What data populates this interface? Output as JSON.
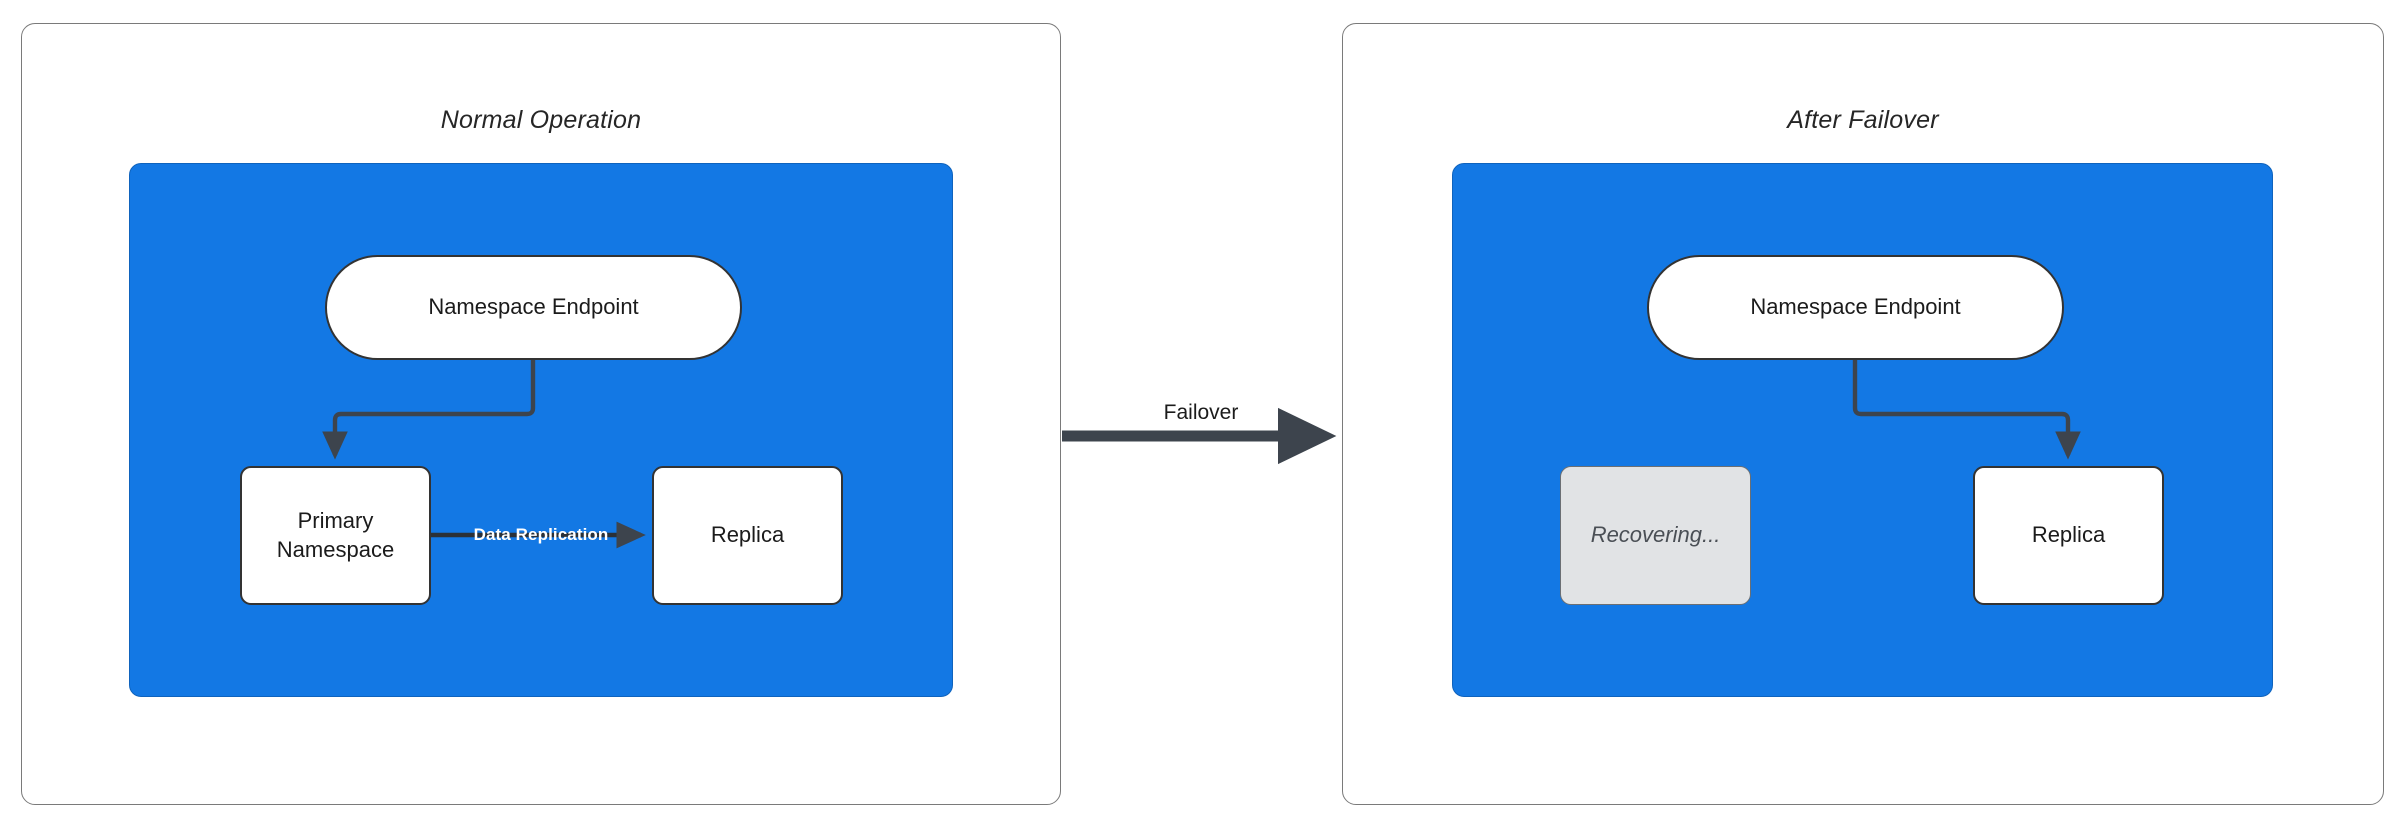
{
  "diagram": {
    "background": "#ffffff",
    "accent_blue": "#1378e4",
    "stroke_dark": "#333333",
    "ghost_fill": "#e1e3e5",
    "panels": [
      {
        "id": "normal-operation",
        "title": "Normal Operation",
        "nodes": [
          {
            "id": "endpoint",
            "label": "Namespace Endpoint",
            "shape": "pill",
            "state": "active"
          },
          {
            "id": "primary",
            "label": "Primary\nNamespace",
            "shape": "box",
            "state": "active"
          },
          {
            "id": "replica",
            "label": "Replica",
            "shape": "box",
            "state": "active"
          }
        ],
        "edges": [
          {
            "from": "endpoint",
            "to": "primary",
            "label": ""
          },
          {
            "from": "primary",
            "to": "replica",
            "label": "Data Replication"
          }
        ]
      },
      {
        "id": "after-failover",
        "title": "After Failover",
        "nodes": [
          {
            "id": "endpoint",
            "label": "Namespace Endpoint",
            "shape": "pill",
            "state": "active"
          },
          {
            "id": "recovering",
            "label": "Recovering...",
            "shape": "box",
            "state": "recovering"
          },
          {
            "id": "replica",
            "label": "Replica",
            "shape": "box",
            "state": "active"
          }
        ],
        "edges": [
          {
            "from": "endpoint",
            "to": "replica",
            "label": ""
          }
        ]
      }
    ],
    "transition": {
      "label": "Failover",
      "direction": "left-to-right"
    }
  },
  "left": {
    "title": "Normal Operation",
    "endpoint_label": "Namespace Endpoint",
    "primary_line1": "Primary",
    "primary_line2": "Namespace",
    "replica_label": "Replica",
    "replication_label": "Data Replication"
  },
  "right": {
    "title": "After Failover",
    "endpoint_label": "Namespace Endpoint",
    "recovering_label": "Recovering...",
    "replica_label": "Replica"
  },
  "middle": {
    "failover_label": "Failover"
  }
}
